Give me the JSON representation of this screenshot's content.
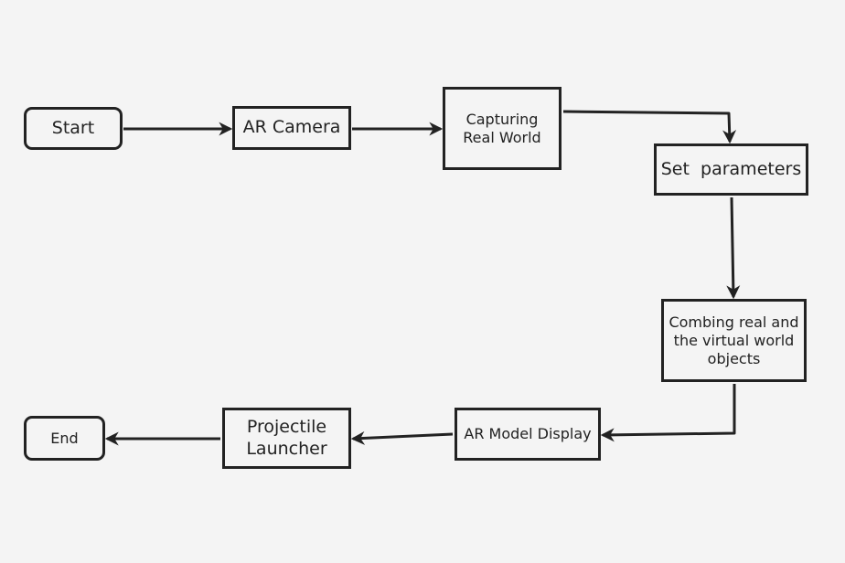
{
  "diagram": {
    "colors": {
      "background": "#f4f4f4",
      "stroke": "#222222",
      "text": "#222222"
    },
    "nodes": {
      "start": "Start",
      "ar_camera": "AR Camera",
      "capturing": "Capturing\nReal World",
      "set_parameters": "Set  parameters",
      "combining": "Combing real and\nthe virtual world\nobjects",
      "ar_model_display": "AR Model Display",
      "projectile_launcher": "Projectile\nLauncher",
      "end": "End"
    },
    "edges": [
      {
        "from": "start",
        "to": "ar_camera"
      },
      {
        "from": "ar_camera",
        "to": "capturing"
      },
      {
        "from": "capturing",
        "to": "set_parameters"
      },
      {
        "from": "set_parameters",
        "to": "combining"
      },
      {
        "from": "combining",
        "to": "ar_model_display"
      },
      {
        "from": "ar_model_display",
        "to": "projectile_launcher"
      },
      {
        "from": "projectile_launcher",
        "to": "end"
      }
    ]
  }
}
